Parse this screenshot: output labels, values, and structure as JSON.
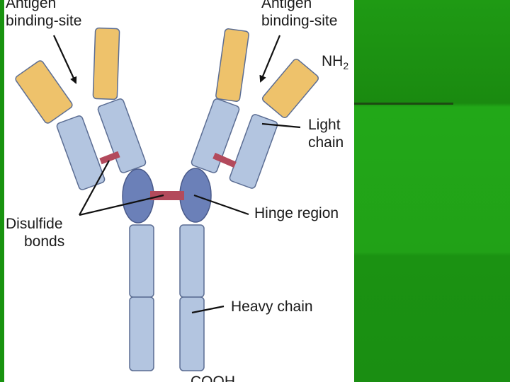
{
  "diagram": {
    "labels": {
      "antigen_left_line1": "Antigen",
      "antigen_left_line2": "binding-site",
      "antigen_right_line1": "Antigen",
      "antigen_right_line2": "binding-site",
      "nh2_base": "NH",
      "nh2_sub": "2",
      "light_chain_line1": "Light",
      "light_chain_line2": "chain",
      "disulfide_line1": "Disulfide",
      "disulfide_line2": "bonds",
      "hinge_region": "Hinge region",
      "heavy_chain": "Heavy chain",
      "cooh": "COOH"
    },
    "colors": {
      "variable_domain": "#eec26b",
      "constant_domain": "#b3c5e0",
      "hinge": "#6b80b8",
      "disulfide": "#b34a5c",
      "outline": "#5b6d93",
      "background_green": "#21a117"
    }
  }
}
